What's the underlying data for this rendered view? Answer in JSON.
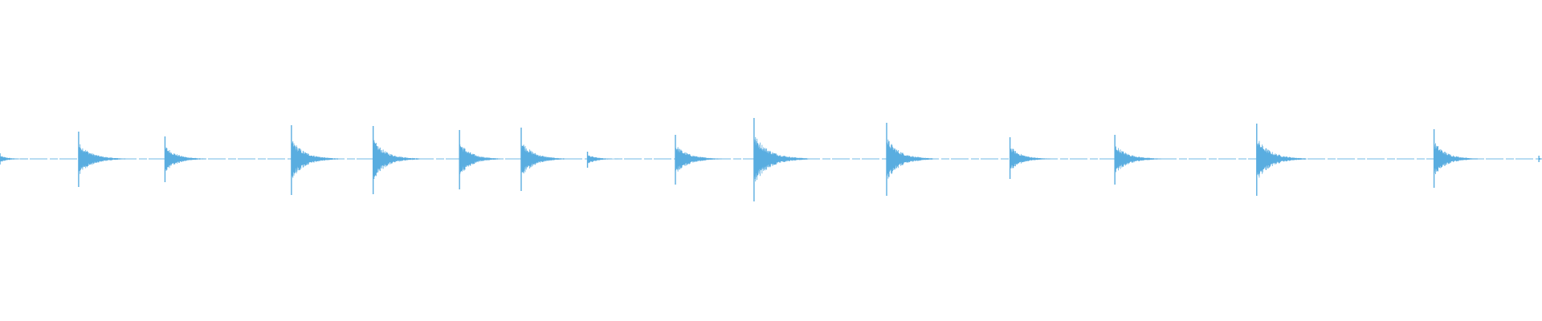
{
  "waveform": {
    "color": "#5aade0",
    "background": "#ffffff",
    "baseline_level": 0,
    "onsets": [
      {
        "t": 0.0,
        "peak_up": 0.07,
        "peak_down": 0.07,
        "decay": 0.018
      },
      {
        "t": 0.051,
        "peak_up": 0.34,
        "peak_down": 0.35,
        "decay": 0.03
      },
      {
        "t": 0.107,
        "peak_up": 0.28,
        "peak_down": 0.29,
        "decay": 0.026
      },
      {
        "t": 0.189,
        "peak_up": 0.42,
        "peak_down": 0.45,
        "decay": 0.03
      },
      {
        "t": 0.242,
        "peak_up": 0.41,
        "peak_down": 0.44,
        "decay": 0.03
      },
      {
        "t": 0.298,
        "peak_up": 0.36,
        "peak_down": 0.38,
        "decay": 0.026
      },
      {
        "t": 0.338,
        "peak_up": 0.39,
        "peak_down": 0.4,
        "decay": 0.028
      },
      {
        "t": 0.381,
        "peak_up": 0.09,
        "peak_down": 0.11,
        "decay": 0.02
      },
      {
        "t": 0.438,
        "peak_up": 0.3,
        "peak_down": 0.32,
        "decay": 0.03
      },
      {
        "t": 0.489,
        "peak_up": 0.51,
        "peak_down": 0.53,
        "decay": 0.035
      },
      {
        "t": 0.575,
        "peak_up": 0.45,
        "peak_down": 0.46,
        "decay": 0.03
      },
      {
        "t": 0.655,
        "peak_up": 0.27,
        "peak_down": 0.25,
        "decay": 0.026
      },
      {
        "t": 0.723,
        "peak_up": 0.3,
        "peak_down": 0.32,
        "decay": 0.03
      },
      {
        "t": 0.815,
        "peak_up": 0.44,
        "peak_down": 0.46,
        "decay": 0.032
      },
      {
        "t": 0.93,
        "peak_up": 0.37,
        "peak_down": 0.36,
        "decay": 0.028
      },
      {
        "t": 0.998,
        "peak_up": 0.04,
        "peak_down": 0.04,
        "decay": 0.003
      }
    ]
  }
}
